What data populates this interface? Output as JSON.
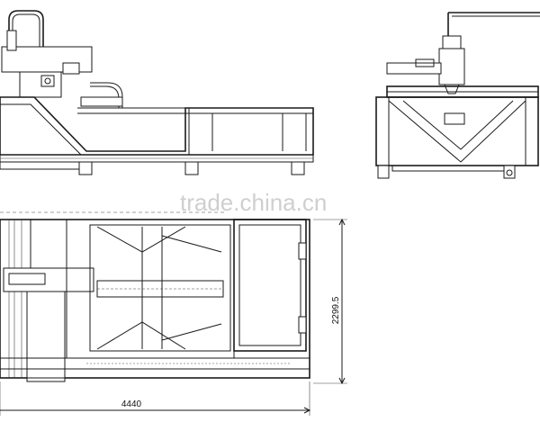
{
  "watermark": "trade.china.cn",
  "dimensions": {
    "length": "4440",
    "width": "2299.5"
  }
}
